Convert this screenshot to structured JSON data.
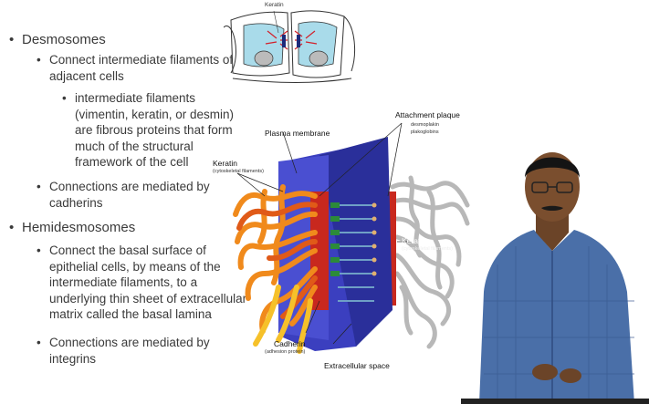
{
  "slide": {
    "bullets": [
      {
        "level": 1,
        "text": "Desmosomes"
      },
      {
        "level": 2,
        "text": "Connect intermediate filaments of adjacent cells"
      },
      {
        "level": 3,
        "text": "intermediate filaments (vimentin, keratin, or desmin) are fibrous proteins that form much of the structural framework of the cell"
      },
      {
        "level": 2,
        "text": "Connections are mediated by cadherins"
      },
      {
        "level": 1,
        "text": "Hemidesmosomes"
      },
      {
        "level": 2,
        "text": "Connect the basal surface of epithelial cells, by means of the intermediate filaments, to a underlying thin sheet of extracellular matrix called the basal lamina"
      },
      {
        "level": 2,
        "text": "Connections are mediated by integrins"
      }
    ],
    "lines": {
      "desmosomes": "Desmosomes",
      "d1a": "Connect intermediate filaments of",
      "d1b": "adjacent cells",
      "d2a": "intermediate filaments",
      "d2b": "(vimentin, keratin, or desmin)",
      "d2c": "are fibrous proteins that form",
      "d2d": "much of the structural",
      "d2e": "framework of the cell",
      "d3a": "Connections are mediated by",
      "d3b": "cadherins",
      "hemi": "Hemidesmosomes",
      "h1a": "Connect the basal surface of",
      "h1b": "epithelial cells, by means of the",
      "h1c": "intermediate filaments, to a",
      "h1d": "underlying thin sheet of extracellular",
      "h1e": "matrix called the basal lamina",
      "h2a": "Connections are mediated by",
      "h2b": "integrins"
    }
  },
  "figure": {
    "top_label": "Keratin",
    "plasma_membrane": "Plasma membrane",
    "attachment_plaque": "Attachment plaque",
    "plaque_sub1": "desmoplakin",
    "plaque_sub2": "plakoglobins",
    "keratin_left": "Keratin",
    "keratin_left_sub": "(cytoskeletal filaments)",
    "keratin_right": "Keratin",
    "keratin_right_sub": "(cytoskeletal filaments)",
    "cadherin": "Cadherin",
    "cadherin_sub": "(adhesion protein)",
    "extracellular": "Extracellular space"
  },
  "colors": {
    "text": "#3a3a3a",
    "membrane_blue": "#3b3fbf",
    "plaque_red": "#c8281e",
    "filament_orange": "#f08a1c",
    "filament_gray": "#b8b8b8",
    "shirt_blue": "#4a6fa8"
  }
}
